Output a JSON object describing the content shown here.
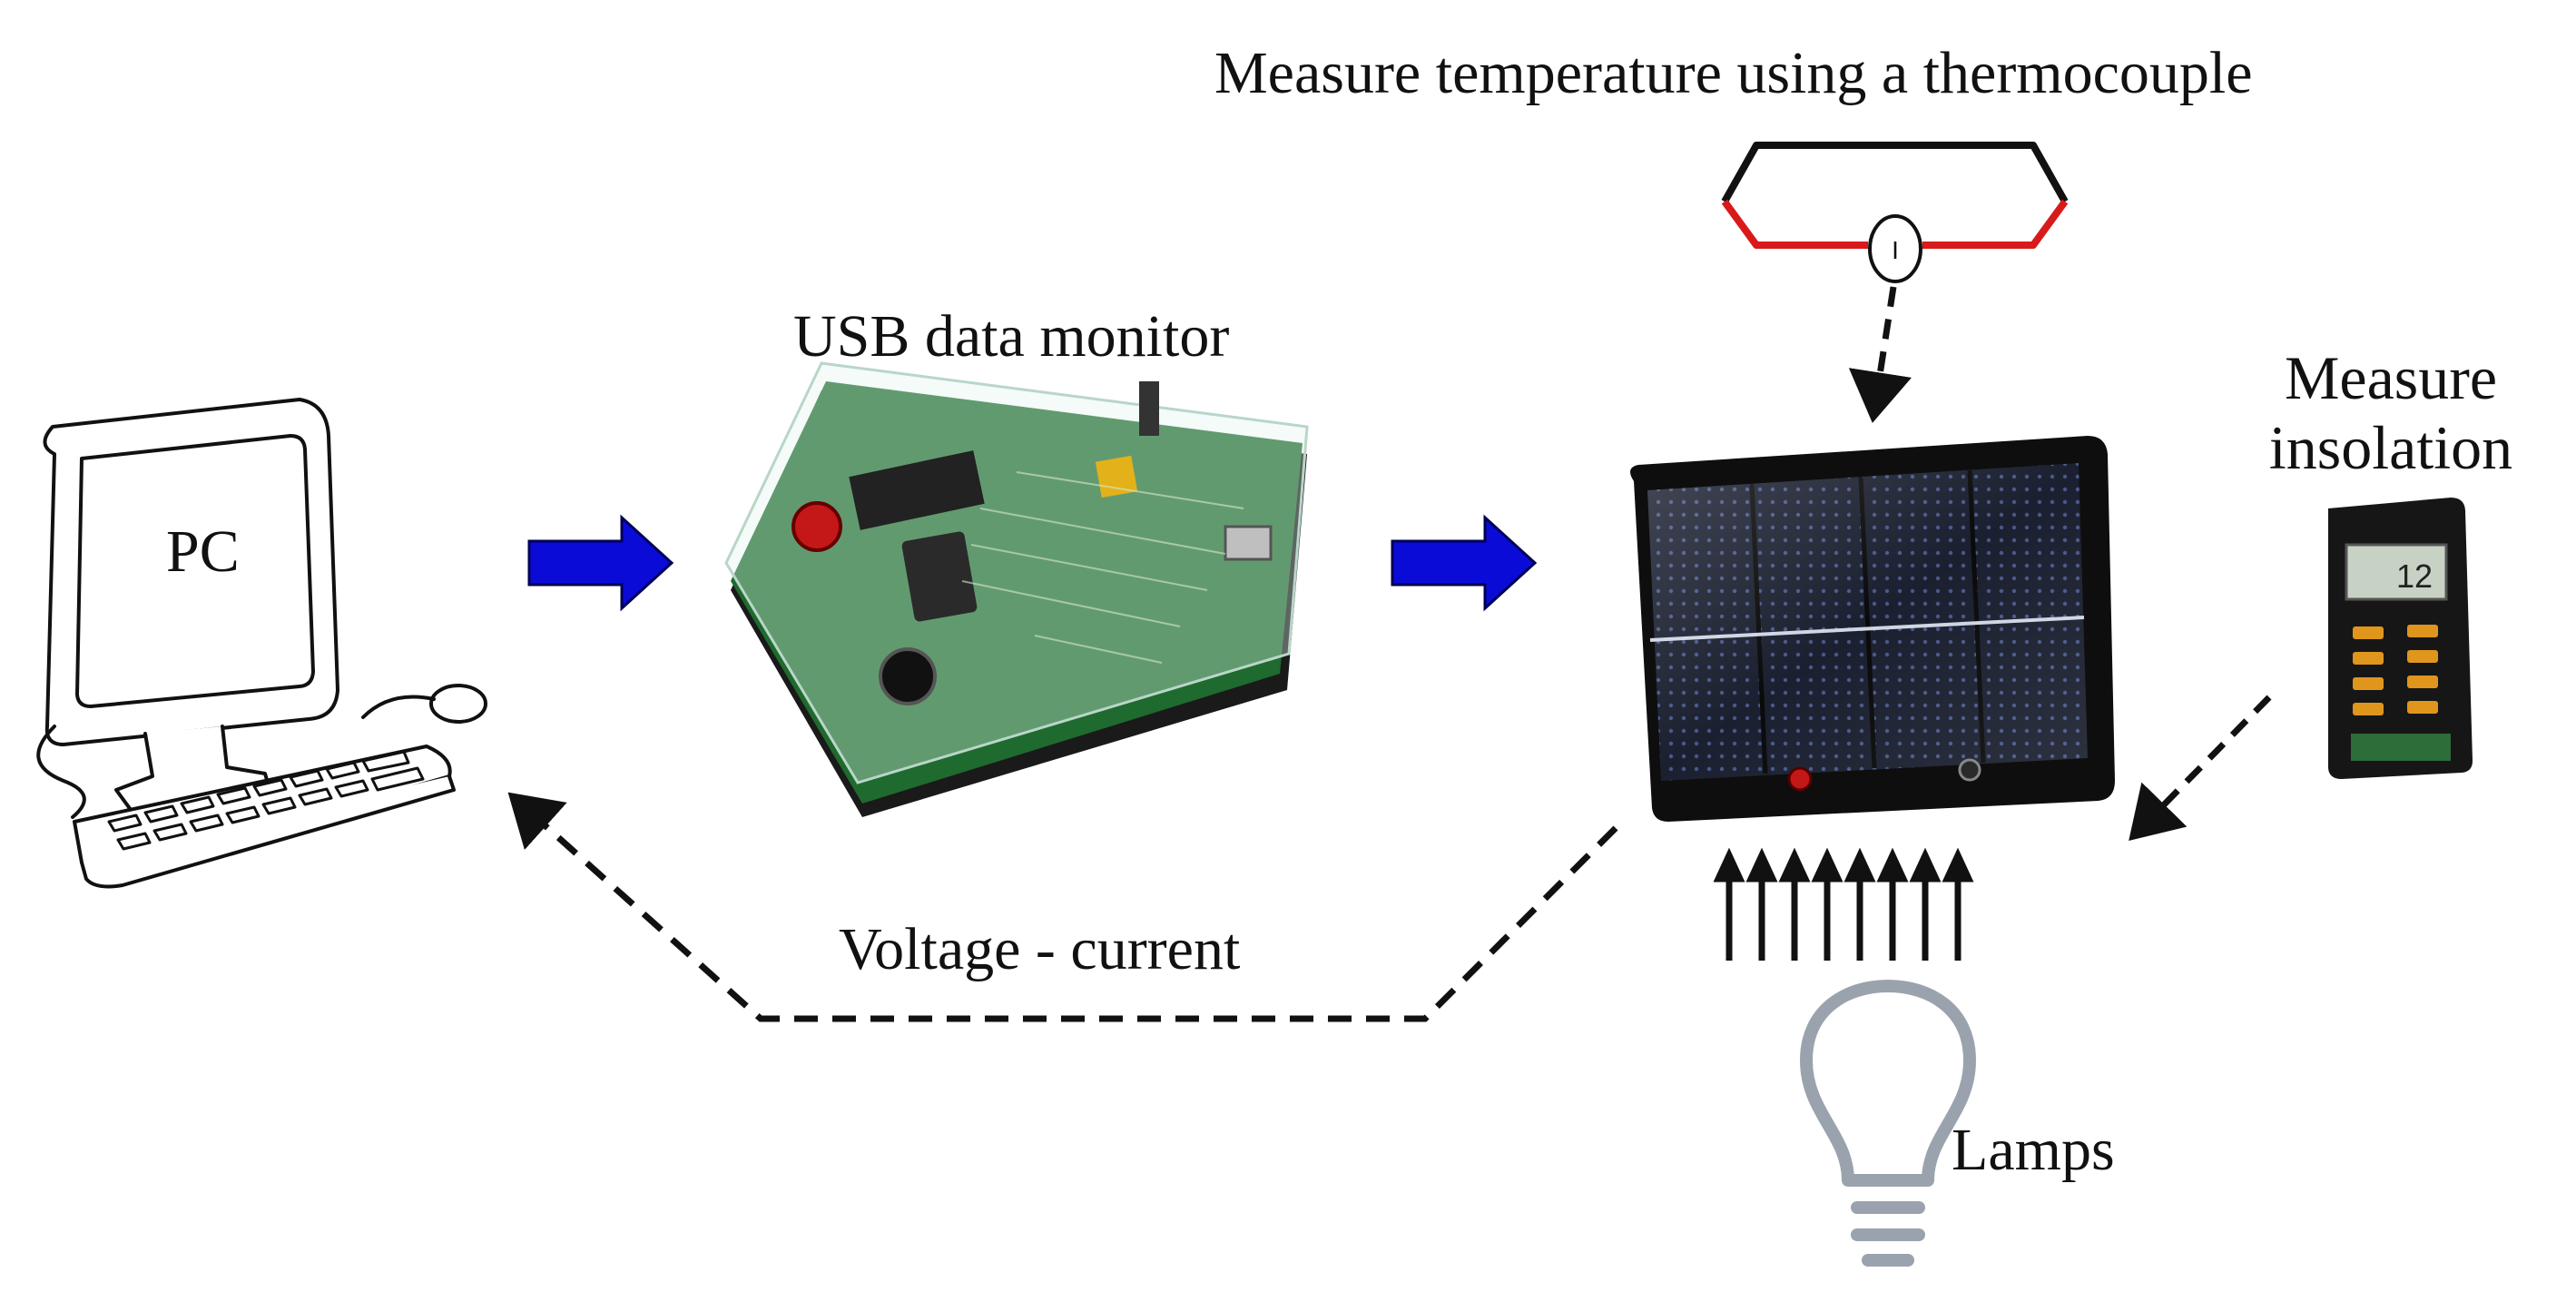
{
  "labels": {
    "thermocouple": "Measure temperature using a thermocouple",
    "usb_monitor": "USB data monitor",
    "pc": "PC",
    "insolation_line1": "Measure",
    "insolation_line2": "insolation",
    "voltage_current": "Voltage - current",
    "lamps": "Lamps",
    "thermo_gauge": "I",
    "meter_display": "12"
  },
  "colors": {
    "flow_arrow": "#0b0bd8",
    "thermo_top": "#111111",
    "thermo_bottom": "#d81a1a",
    "lamp": "#9aa3ad",
    "dashed": "#111111"
  }
}
